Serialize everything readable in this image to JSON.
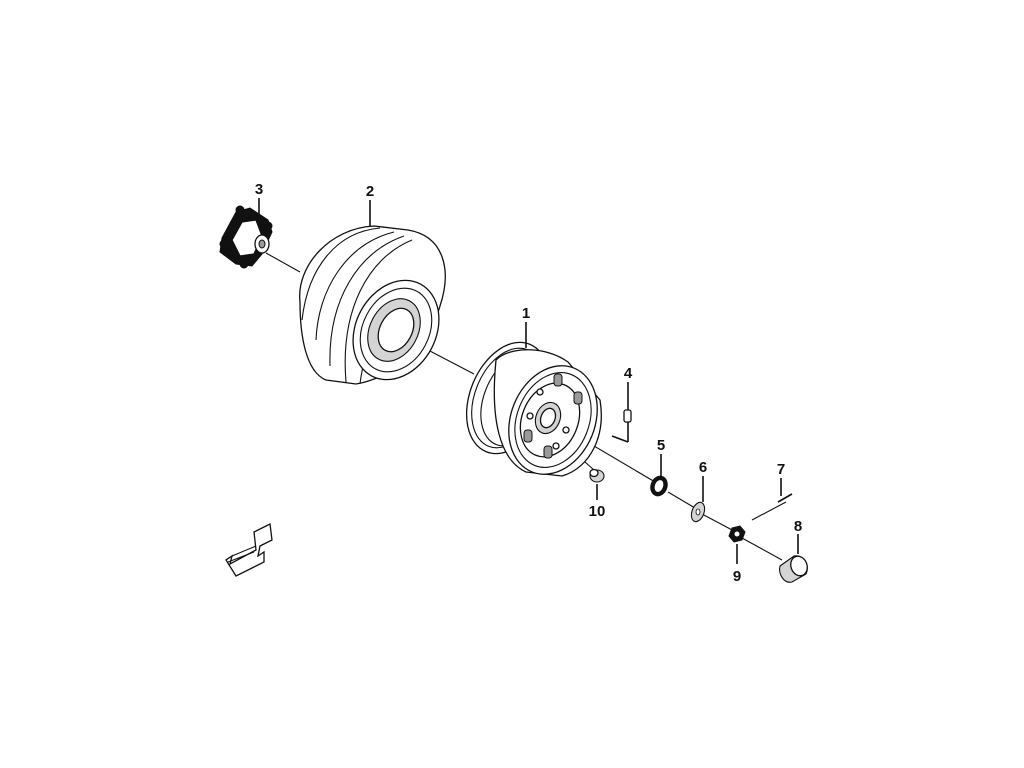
{
  "diagram": {
    "parts": [
      {
        "id": "p1",
        "callout": "1",
        "icon": "wheel-rim-icon"
      },
      {
        "id": "p2",
        "callout": "2",
        "icon": "tire-icon"
      },
      {
        "id": "p3",
        "callout": "3",
        "icon": "wheel-hub-icon"
      },
      {
        "id": "p4",
        "callout": "4",
        "icon": "valve-stem-icon"
      },
      {
        "id": "p5",
        "callout": "5",
        "icon": "ring-washer-icon"
      },
      {
        "id": "p6",
        "callout": "6",
        "icon": "flat-washer-icon"
      },
      {
        "id": "p7",
        "callout": "7",
        "icon": "cotter-pin-icon"
      },
      {
        "id": "p8",
        "callout": "8",
        "icon": "hub-cap-icon"
      },
      {
        "id": "p9",
        "callout": "9",
        "icon": "castle-nut-icon"
      },
      {
        "id": "p10",
        "callout": "10",
        "icon": "lug-nut-icon"
      }
    ],
    "colors": {
      "line": "#111111",
      "background": "#ffffff"
    },
    "front_marker_icon": "front-direction-arrow-icon"
  }
}
